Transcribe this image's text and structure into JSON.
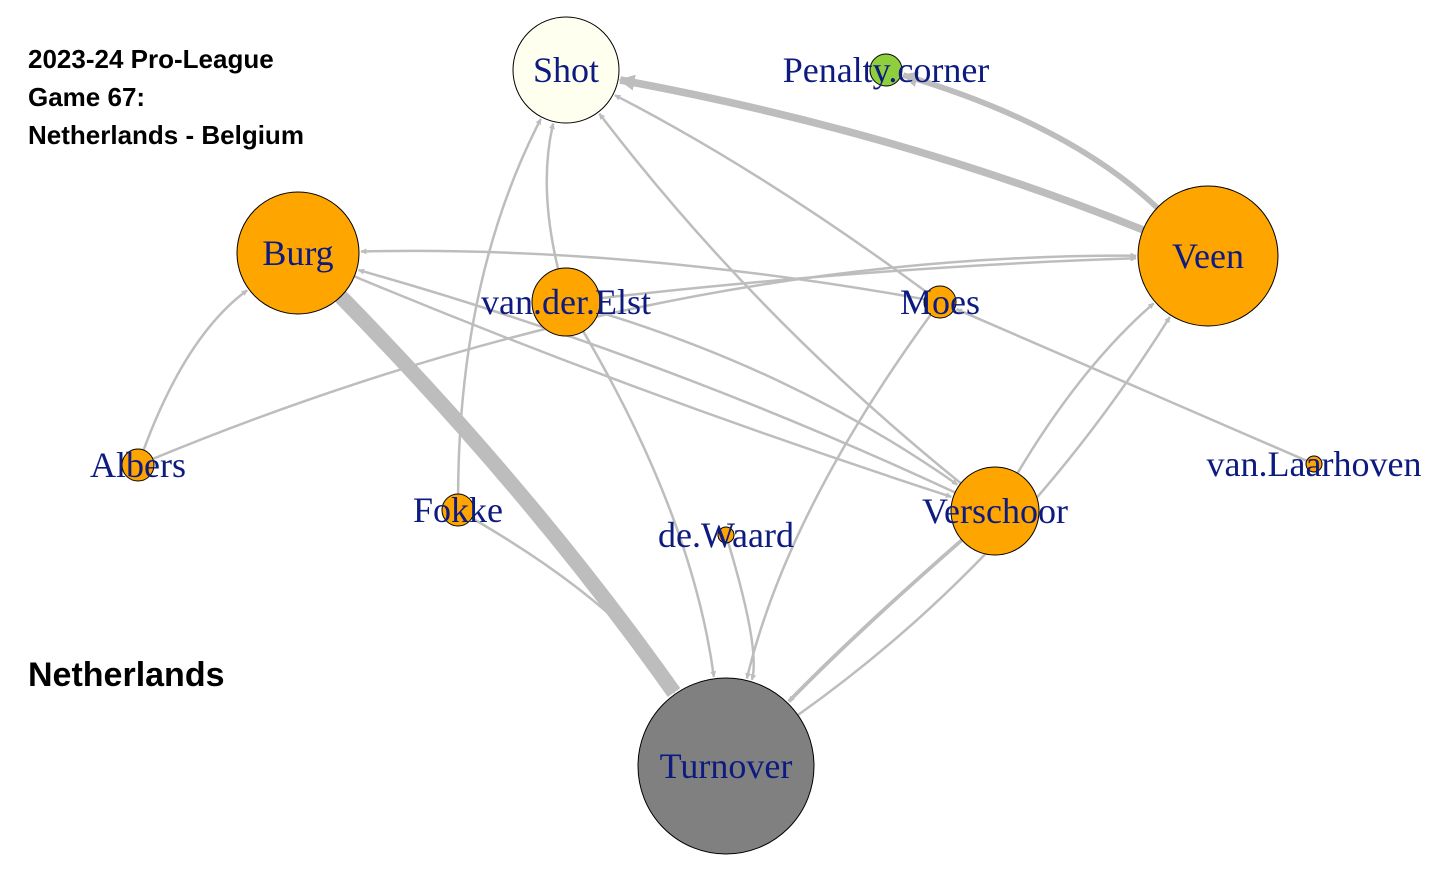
{
  "title": {
    "lines": [
      "2023-24 Pro-League",
      "Game 67:",
      "Netherlands - Belgium"
    ]
  },
  "team": "Netherlands",
  "colors": {
    "player": "#ffa500",
    "shot": "#fffff0",
    "penalty_corner": "#8fce3c",
    "turnover": "#808080",
    "edge": "#bdbdbd",
    "label": "#0d1b80"
  },
  "nodes": [
    {
      "id": "shot",
      "label": "Shot",
      "kind": "shot"
    },
    {
      "id": "penalty_corner",
      "label": "Penalty.corner",
      "kind": "penalty_corner"
    },
    {
      "id": "burg",
      "label": "Burg",
      "kind": "player"
    },
    {
      "id": "veen",
      "label": "Veen",
      "kind": "player"
    },
    {
      "id": "van_der_elst",
      "label": "van.der.Elst",
      "kind": "player"
    },
    {
      "id": "moes",
      "label": "Moes",
      "kind": "player"
    },
    {
      "id": "albers",
      "label": "Albers",
      "kind": "player"
    },
    {
      "id": "van_laarhoven",
      "label": "van.Laarhoven",
      "kind": "player"
    },
    {
      "id": "fokke",
      "label": "Fokke",
      "kind": "player"
    },
    {
      "id": "de_waard",
      "label": "de.Waard",
      "kind": "player"
    },
    {
      "id": "verschoor",
      "label": "Verschoor",
      "kind": "player"
    },
    {
      "id": "turnover",
      "label": "Turnover",
      "kind": "turnover"
    }
  ],
  "edges": [
    {
      "from": "burg",
      "to": "turnover",
      "weight": 8
    },
    {
      "from": "veen",
      "to": "shot",
      "weight": 4
    },
    {
      "from": "veen",
      "to": "penalty_corner",
      "weight": 3
    },
    {
      "from": "van_der_elst",
      "to": "shot",
      "weight": 1
    },
    {
      "from": "fokke",
      "to": "shot",
      "weight": 1
    },
    {
      "from": "moes",
      "to": "shot",
      "weight": 1
    },
    {
      "from": "verschoor",
      "to": "shot",
      "weight": 1
    },
    {
      "from": "albers",
      "to": "burg",
      "weight": 1
    },
    {
      "from": "albers",
      "to": "veen",
      "weight": 1
    },
    {
      "from": "moes",
      "to": "burg",
      "weight": 1
    },
    {
      "from": "van_der_elst",
      "to": "veen",
      "weight": 1
    },
    {
      "from": "van_der_elst",
      "to": "verschoor",
      "weight": 1
    },
    {
      "from": "burg",
      "to": "verschoor",
      "weight": 1
    },
    {
      "from": "verschoor",
      "to": "burg",
      "weight": 1
    },
    {
      "from": "van_laarhoven",
      "to": "moes",
      "weight": 1
    },
    {
      "from": "verschoor",
      "to": "veen",
      "weight": 1
    },
    {
      "from": "turnover",
      "to": "veen",
      "weight": 1
    },
    {
      "from": "van_der_elst",
      "to": "turnover",
      "weight": 1
    },
    {
      "from": "fokke",
      "to": "turnover",
      "weight": 1
    },
    {
      "from": "de_waard",
      "to": "turnover",
      "weight": 1
    },
    {
      "from": "moes",
      "to": "turnover",
      "weight": 1
    },
    {
      "from": "verschoor",
      "to": "turnover",
      "weight": 2
    }
  ]
}
